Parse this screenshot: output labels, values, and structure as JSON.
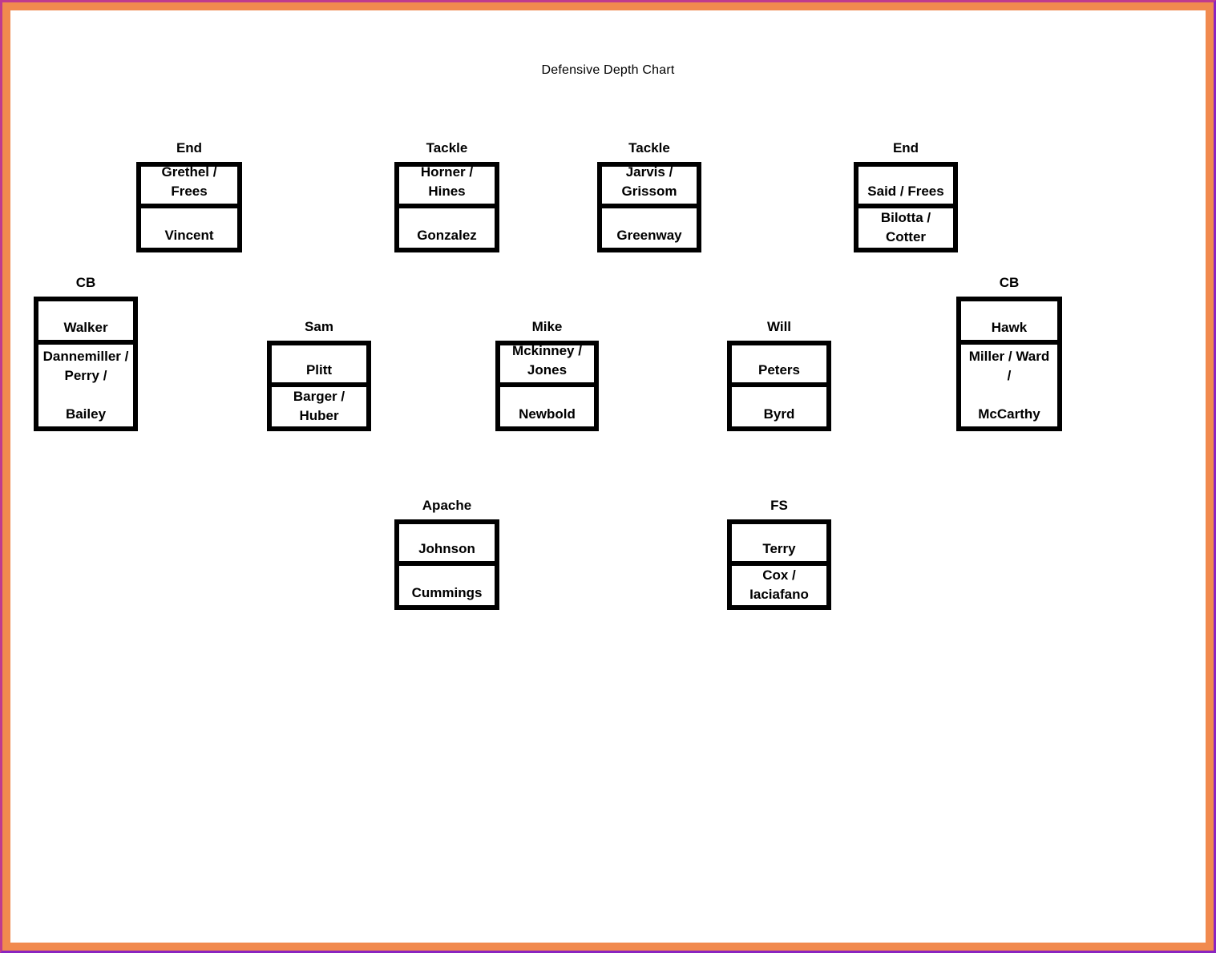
{
  "title": "Defensive Depth Chart",
  "colors": {
    "page_border_outer_top_left": "#bf3b8e",
    "page_border_outer_bottom_right": "#8a24c0",
    "page_border_inner_orange": "#f18a4f",
    "box_border": "#000000",
    "text": "#000000",
    "background": "#ffffff"
  },
  "positions": [
    {
      "label": "End",
      "starters": [
        "Grethel /",
        "Frees"
      ],
      "backups": [
        "Vincent"
      ]
    },
    {
      "label": "Tackle",
      "starters": [
        "Horner /",
        "Hines"
      ],
      "backups": [
        "Gonzalez"
      ]
    },
    {
      "label": "Tackle",
      "starters": [
        "Jarvis /",
        "Grissom"
      ],
      "backups": [
        "Greenway"
      ]
    },
    {
      "label": "End",
      "starters": [
        "Said / Frees"
      ],
      "backups": [
        "Bilotta /",
        "Cotter"
      ]
    },
    {
      "label": "CB",
      "starters": [
        "Walker"
      ],
      "backups": [
        "Dannemiller /",
        "Perry /",
        "",
        "Bailey"
      ]
    },
    {
      "label": "Sam",
      "starters": [
        "Plitt"
      ],
      "backups": [
        "Barger /",
        "Huber"
      ]
    },
    {
      "label": "Mike",
      "starters": [
        "Mckinney /",
        "Jones"
      ],
      "backups": [
        "Newbold"
      ]
    },
    {
      "label": "Will",
      "starters": [
        "Peters"
      ],
      "backups": [
        "Byrd"
      ]
    },
    {
      "label": "CB",
      "starters": [
        "Hawk"
      ],
      "backups": [
        "Miller / Ward",
        "/",
        "",
        "McCarthy"
      ]
    },
    {
      "label": "Apache",
      "starters": [
        "Johnson"
      ],
      "backups": [
        "Cummings"
      ]
    },
    {
      "label": "FS",
      "starters": [
        "Terry"
      ],
      "backups": [
        "Cox /",
        "Iaciafano"
      ]
    }
  ]
}
